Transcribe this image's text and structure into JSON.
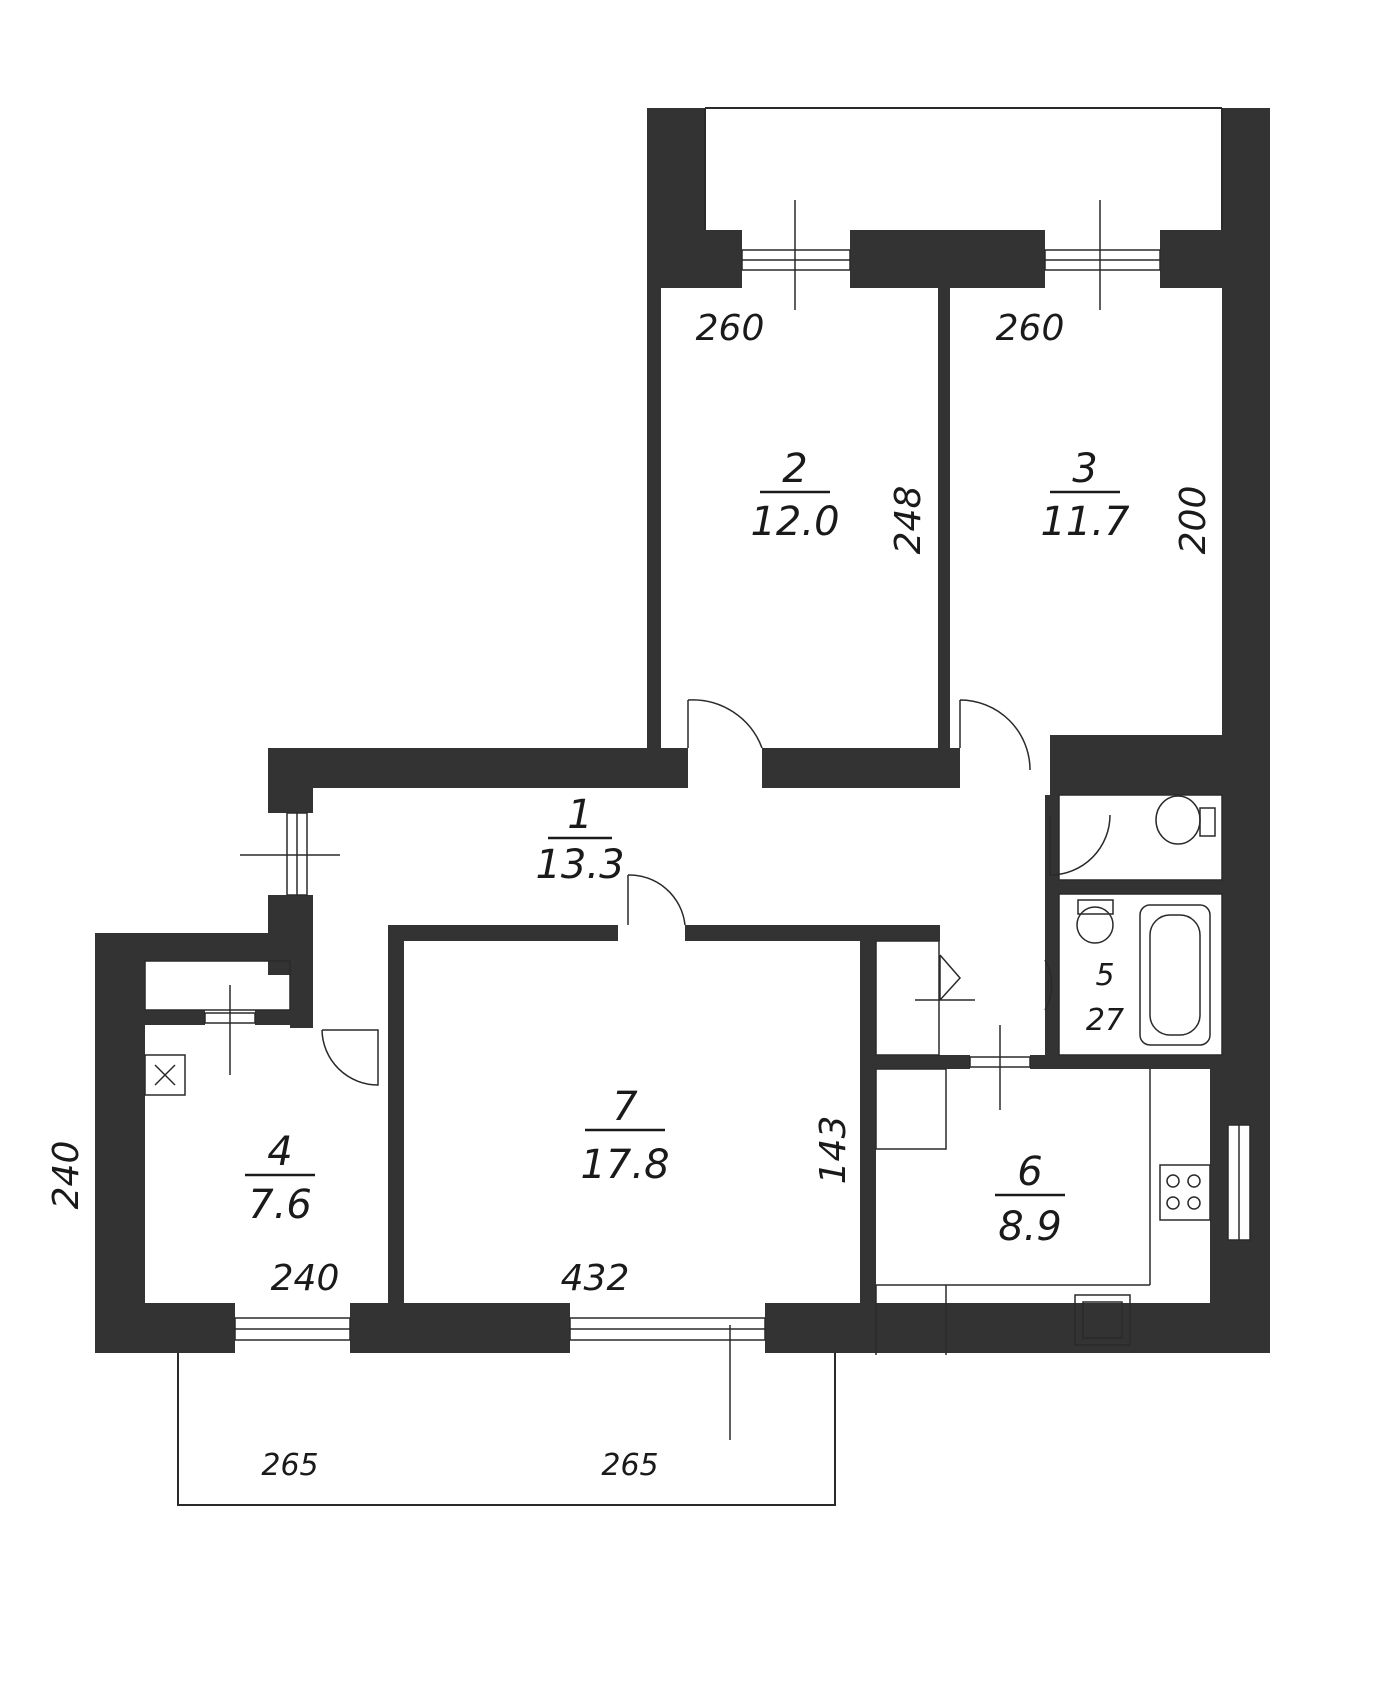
{
  "rooms": [
    {
      "id": "1",
      "area": "13.3"
    },
    {
      "id": "2",
      "area": "12.0"
    },
    {
      "id": "3",
      "area": "11.7"
    },
    {
      "id": "4",
      "area": "7.6"
    },
    {
      "id": "5",
      "area": "27"
    },
    {
      "id": "6",
      "area": "8.9"
    },
    {
      "id": "7",
      "area": "17.8"
    }
  ],
  "dimensions": {
    "room2_width": "260",
    "room3_width": "260",
    "room2_height": "248",
    "room3_height": "200",
    "room4_height": "240",
    "room4_width": "240",
    "room7_width": "432",
    "room7_height": "143",
    "balcony_left": "265",
    "balcony_right": "265"
  },
  "colors": {
    "wall": "#333333",
    "line": "#2a2a2a"
  }
}
